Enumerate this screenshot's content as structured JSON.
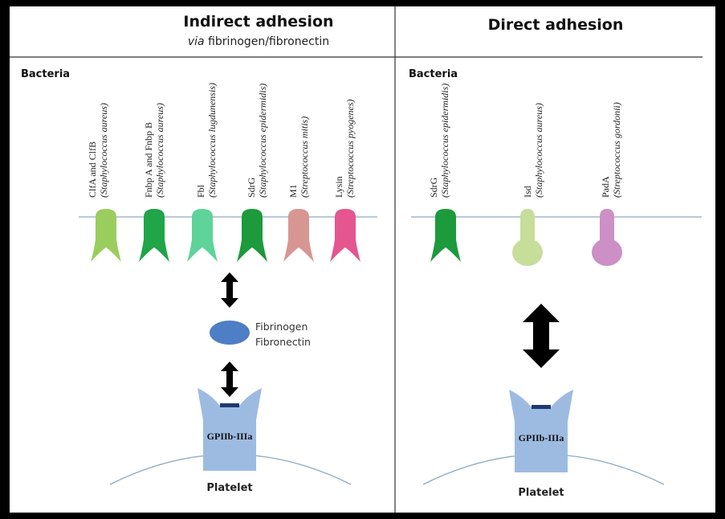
{
  "headers": {
    "indirect_title": "Indirect adhesion",
    "indirect_sub_italic": "via",
    "indirect_sub_rest": " fibrinogen/fibronectin",
    "direct_title": "Direct adhesion"
  },
  "left": {
    "bacteria_label": "Bacteria",
    "adhesins": [
      {
        "protein": "ClfA and ClfB",
        "species": "(Staphylococcus aureus)",
        "color": "#9ACD5E"
      },
      {
        "protein": "Fnbp A and Fnbp B",
        "species": "(Staphylococcus aureus)",
        "color": "#20A548"
      },
      {
        "protein": "Fbl",
        "species": "(Staphylococcus lugdunensis)",
        "color": "#5ED39A"
      },
      {
        "protein": "SdrG",
        "species": "(Staphylococcus epidermidis)",
        "color": "#1C9A3C"
      },
      {
        "protein": "M1",
        "species": "(Streptococcus mitis)",
        "color": "#D89693"
      },
      {
        "protein": "Lysin",
        "species": "(Streptococcus pyogenes)",
        "color": "#E5558F"
      }
    ],
    "ligand_line1": "Fibrinogen",
    "ligand_line2": "Fibronectin",
    "ligand_color": "#4E7EC4",
    "receptor_label": "GPIIb-IIIa",
    "platelet_label": "Platelet"
  },
  "right": {
    "bacteria_label": "Bacteria",
    "adhesins": [
      {
        "protein": "SdrG",
        "species": "(Staphylococcus epidermidis)",
        "color": "#1C9A3C"
      },
      {
        "protein": "Isd",
        "species": "(Staphylococcus aureus)",
        "color": "#C6DE9A"
      },
      {
        "protein": "PadA",
        "species": "(Streptococcus gordonii)",
        "color": "#CC8FC6"
      }
    ],
    "receptor_label": "GPIIb-IIIa",
    "platelet_label": "Platelet"
  },
  "colors": {
    "membrane": "#8FA9C2",
    "receptor": "#9DBBE1",
    "receptor_site": "#1F3A6E",
    "arrow": "#000000",
    "divider": "#333333"
  }
}
